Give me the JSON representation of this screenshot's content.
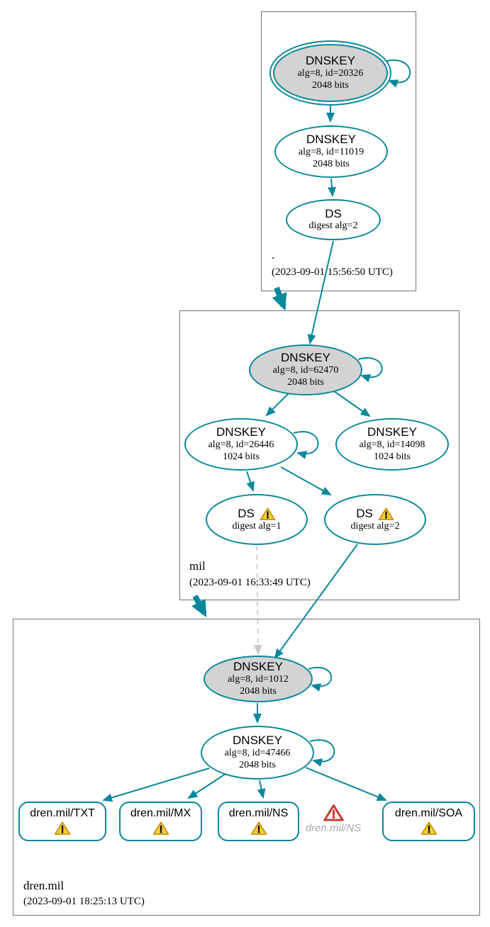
{
  "zones": {
    "root": {
      "name": ".",
      "timestamp": "(2023-09-01 15:56:50 UTC)"
    },
    "mil": {
      "name": "mil",
      "timestamp": "(2023-09-01 16:33:49 UTC)"
    },
    "dren_mil": {
      "name": "dren.mil",
      "timestamp": "(2023-09-01 18:25:13 UTC)"
    }
  },
  "nodes": {
    "root_ksk": {
      "type": "DNSKEY",
      "alg_id": "alg=8, id=20326",
      "bits": "2048 bits"
    },
    "root_zsk": {
      "type": "DNSKEY",
      "alg_id": "alg=8, id=11019",
      "bits": "2048 bits"
    },
    "root_ds": {
      "type": "DS",
      "digest": "digest alg=2"
    },
    "mil_ksk": {
      "type": "DNSKEY",
      "alg_id": "alg=8, id=62470",
      "bits": "2048 bits"
    },
    "mil_zsk_a": {
      "type": "DNSKEY",
      "alg_id": "alg=8, id=26446",
      "bits": "1024 bits"
    },
    "mil_zsk_b": {
      "type": "DNSKEY",
      "alg_id": "alg=8, id=14098",
      "bits": "1024 bits"
    },
    "mil_ds_1": {
      "type": "DS",
      "digest": "digest alg=1"
    },
    "mil_ds_2": {
      "type": "DS",
      "digest": "digest alg=2"
    },
    "dren_ksk": {
      "type": "DNSKEY",
      "alg_id": "alg=8, id=1012",
      "bits": "2048 bits"
    },
    "dren_zsk": {
      "type": "DNSKEY",
      "alg_id": "alg=8, id=47466",
      "bits": "2048 bits"
    },
    "rrset_txt": {
      "label": "dren.mil/TXT"
    },
    "rrset_mx": {
      "label": "dren.mil/MX"
    },
    "rrset_ns": {
      "label": "dren.mil/NS"
    },
    "rrset_soa": {
      "label": "dren.mil/SOA"
    },
    "error_ns": {
      "label": "dren.mil/NS"
    }
  },
  "icons": {
    "warning": "warning-triangle-icon",
    "error": "error-triangle-icon"
  },
  "colors": {
    "edge_teal": "#0a879a",
    "node_fill_gray": "#d3d3d3",
    "zone_box_border": "#737373",
    "warning_fill": "#f6ce3a",
    "warning_border": "#c8960c",
    "error_red": "#c23b2e",
    "insecure_edge_gray": "#c9c9c9",
    "error_label_gray": "#ababab"
  }
}
